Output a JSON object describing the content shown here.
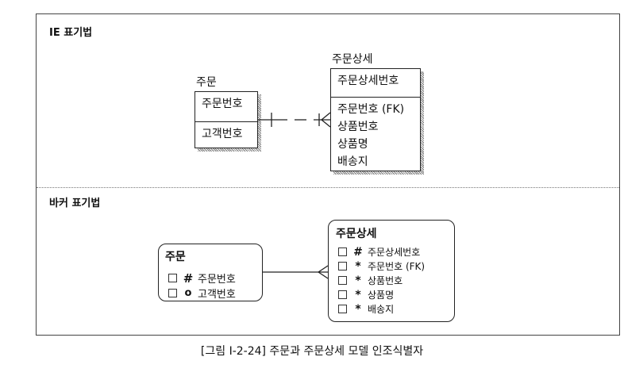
{
  "caption": "[그림 Ⅰ-2-24] 주문과 주문상세 모델 인조식별자",
  "ie": {
    "title": "IE 표기법",
    "order": {
      "name": "주문",
      "keys": [
        "주문번호"
      ],
      "attrs": [
        "고객번호"
      ]
    },
    "detail": {
      "name": "주문상세",
      "keys": [
        "주문상세번호"
      ],
      "attrs": [
        "주문번호 (FK)",
        "상품번호",
        "상품명",
        "배송지"
      ]
    }
  },
  "barker": {
    "title": "바커 표기법",
    "order": {
      "name": "주문",
      "rows": [
        {
          "mark": "#",
          "label": "주문번호"
        },
        {
          "mark": "o",
          "label": "고객번호"
        }
      ]
    },
    "detail": {
      "name": "주문상세",
      "rows": [
        {
          "mark": "#",
          "label": "주문상세번호"
        },
        {
          "mark": "*",
          "label": "주문번호 (FK)"
        },
        {
          "mark": "*",
          "label": "상품번호"
        },
        {
          "mark": "*",
          "label": "상품명"
        },
        {
          "mark": "*",
          "label": "배송지"
        }
      ]
    }
  }
}
